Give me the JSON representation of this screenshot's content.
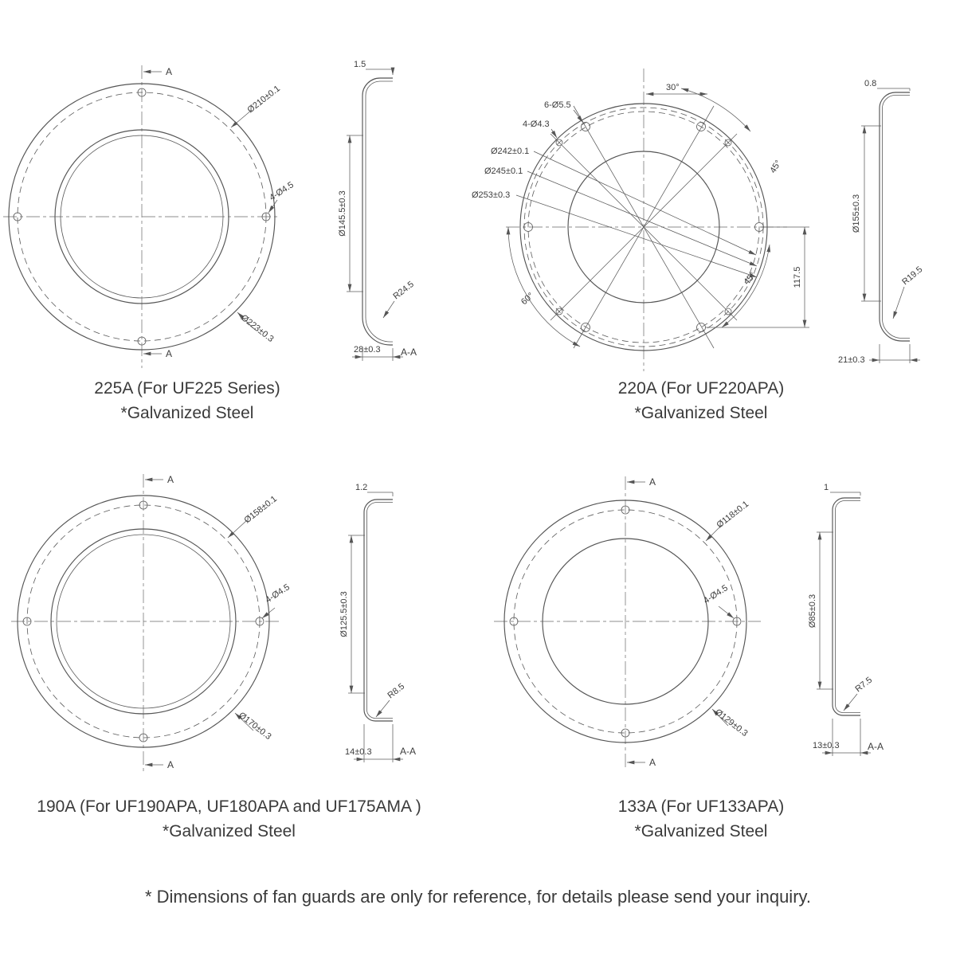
{
  "footnote": "* Dimensions of fan guards are only for reference, for details please send your inquiry.",
  "drawings": [
    {
      "id": "225A",
      "caption": "225A (For UF225 Series)",
      "material": "*Galvanized Steel",
      "section_letter": "A",
      "front": {
        "bolt_circle_dia": "Ø210±0.1",
        "mount_holes": "4-Ø4.5",
        "outer_dia": "Ø223±0.3"
      },
      "section": {
        "thickness": "1.5",
        "inner_dia": "Ø145.5±0.3",
        "corner_radius": "R24.5",
        "depth": "28±0.3",
        "view_label": "A-A"
      }
    },
    {
      "id": "220A",
      "caption": "220A (For UF220APA)",
      "material": "*Galvanized Steel",
      "front": {
        "angle_top": "30°",
        "holes_6": "6-Ø5.5",
        "holes_4": "4-Ø4.3",
        "bolt_circle_dia_1": "Ø242±0.1",
        "bolt_circle_dia_2": "Ø245±0.1",
        "outer_dia": "Ø253±0.3",
        "angle_upper_right": "45°",
        "angle_lower_right": "45°",
        "height_dim": "117.5",
        "angle_lower_left": "60°"
      },
      "section": {
        "thickness": "0.8",
        "inner_dia": "Ø155±0.3",
        "corner_radius": "R19.5",
        "depth": "21±0.3"
      }
    },
    {
      "id": "190A",
      "caption": "190A (For UF190APA, UF180APA and UF175AMA )",
      "material": "*Galvanized Steel",
      "section_letter": "A",
      "front": {
        "bolt_circle_dia": "Ø158±0.1",
        "mount_holes": "4-Ø4.5",
        "outer_dia": "Ø170±0.3"
      },
      "section": {
        "thickness": "1.2",
        "inner_dia": "Ø125.5±0.3",
        "corner_radius": "R8.5",
        "depth": "14±0.3",
        "view_label": "A-A"
      }
    },
    {
      "id": "133A",
      "caption": "133A (For UF133APA)",
      "material": "*Galvanized Steel",
      "section_letter": "A",
      "front": {
        "bolt_circle_dia": "Ø118±0.1",
        "mount_holes": "4-Ø4.5",
        "outer_dia": "Ø129±0.3"
      },
      "section": {
        "thickness": "1",
        "inner_dia": "Ø85±0.3",
        "corner_radius": "R7.5",
        "depth": "13±0.3",
        "view_label": "A-A"
      }
    }
  ]
}
